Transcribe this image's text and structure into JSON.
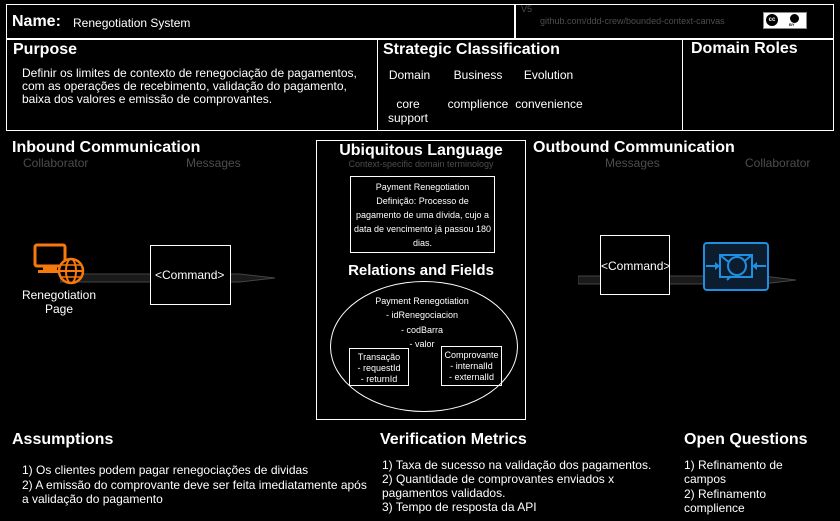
{
  "header": {
    "name_label": "Name:",
    "name_value": "Renegotiation System",
    "version": "V5",
    "source": "github.com/ddd-crew/bounded-context-canvas",
    "license_badge_cc": "cc",
    "license_badge_by": "BY"
  },
  "purpose": {
    "title": "Purpose",
    "text": "Definir os limites de contexto de renegociação de pagamentos, com as operações de recebimento, validação do pagamento, baixa dos valores e emissão de comprovantes."
  },
  "strategic": {
    "title": "Strategic Classification",
    "headers": [
      "Domain",
      "Business",
      "Evolution"
    ],
    "values": [
      "core support",
      "complience",
      "convenience"
    ]
  },
  "domain_roles": {
    "title": "Domain Roles"
  },
  "inbound": {
    "title": "Inbound Communication",
    "collaborator_label": "Collaborator",
    "messages_label": "Messages",
    "collaborator_name": "Renegotiation Page",
    "message": "<Command>"
  },
  "ubiquitous": {
    "title": "Ubiquitous Language",
    "subtitle": "Context-specific domain terminology",
    "term_title": "Payment Renegotiation",
    "term_definition": "Definição: Processo de pagamento de uma dívida, cujo a data de vencimento já passou 180 dias.",
    "relations_title": "Relations and Fields",
    "entity_name": "Payment Renegotiation",
    "entity_fields": [
      "- idRenegociacion",
      "- codBarra",
      "- valor"
    ],
    "transacao_name": "Transação",
    "transacao_fields": [
      "- requestId",
      "- returnId"
    ],
    "comprovante_name": "Comprovante",
    "comprovante_fields": [
      "- internalId",
      "- externalId"
    ]
  },
  "outbound": {
    "title": "Outbound Communication",
    "messages_label": "Messages",
    "collaborator_label": "Collaborator",
    "message": "<Command>"
  },
  "assumptions": {
    "title": "Assumptions",
    "items": [
      "1) Os clientes podem pagar renegociações de dividas",
      "2) A emissão do comprovante deve ser feita imediatamente após a validação do pagamento"
    ]
  },
  "verification": {
    "title": "Verification Metrics",
    "items": [
      "1) Taxa de sucesso na validação dos pagamentos.",
      "2) Quantidade de comprovantes enviados x pagamentos validados.",
      "3) Tempo de resposta da API"
    ]
  },
  "open_questions": {
    "title": "Open Questions",
    "items": [
      "1) Refinamento de campos",
      "2) Refinamento complience"
    ]
  },
  "colors": {
    "accent_orange": "#f7790c",
    "accent_blue": "#1f8fe0",
    "muted_text": "#4d4d4d"
  }
}
